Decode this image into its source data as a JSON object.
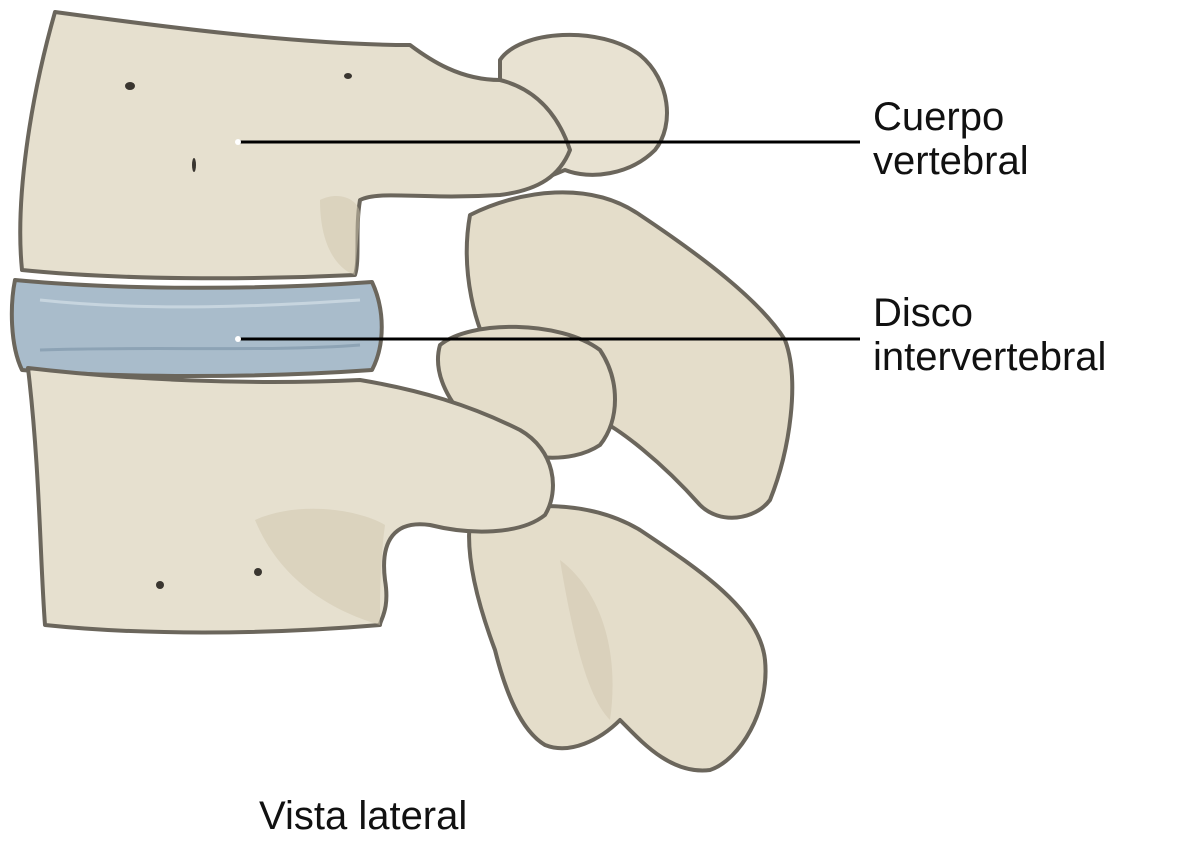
{
  "labels": {
    "vertebral_body": {
      "line1": "Cuerpo",
      "line2": "vertebral"
    },
    "intervertebral_disc": {
      "line1": "Disco",
      "line2": "intervertebral"
    }
  },
  "caption": "Vista lateral",
  "colors": {
    "bone": "#e6e0cf",
    "bone_shadow": "#cfc6ae",
    "bone_outline": "#6b665c",
    "disc": "#a9bccb",
    "disc_highlight": "#c7d5df",
    "leader_line": "#000000"
  }
}
